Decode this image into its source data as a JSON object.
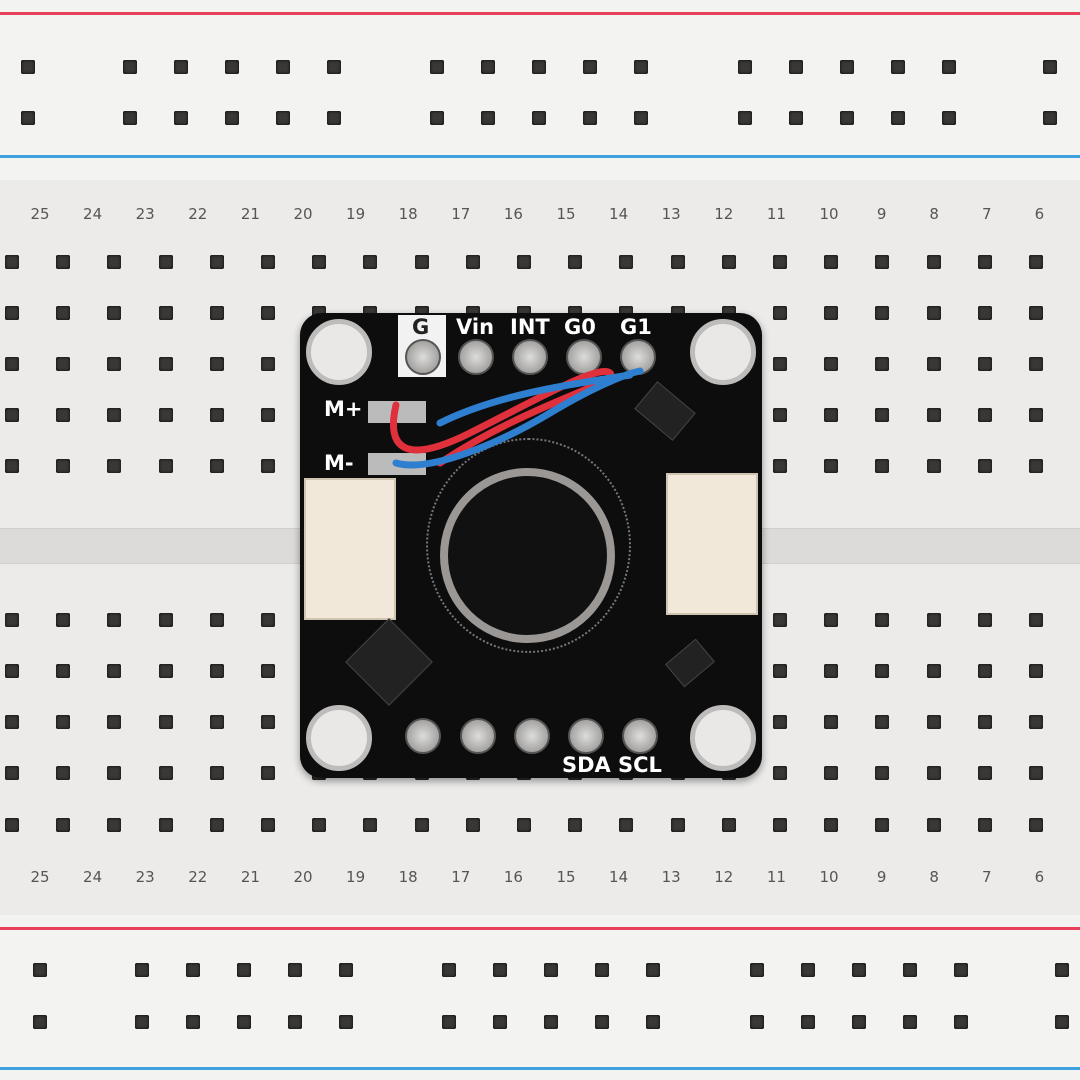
{
  "breadboard": {
    "column_numbers": [
      "25",
      "24",
      "23",
      "22",
      "21",
      "20",
      "19",
      "18",
      "17",
      "16",
      "15",
      "14",
      "13",
      "12",
      "11",
      "10",
      "9",
      "8",
      "7",
      "6"
    ],
    "rail_colors": {
      "positive": "#e8405a",
      "negative": "#3fa0e0"
    }
  },
  "module": {
    "top_pins": [
      "G",
      "Vin",
      "INT",
      "G0",
      "G1"
    ],
    "motor_pads": [
      "M+",
      "M-"
    ],
    "bottom_labels": [
      "SDA",
      "SCL"
    ],
    "wire_colors": {
      "red": "#e0303c",
      "blue": "#2f7fd0"
    }
  }
}
